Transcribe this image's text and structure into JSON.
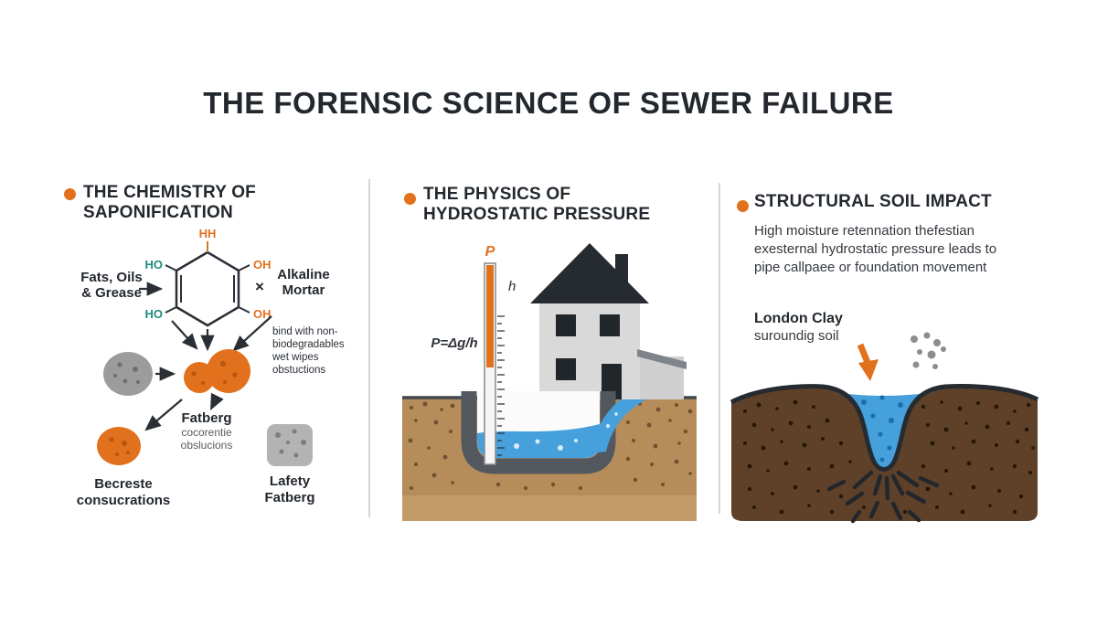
{
  "title": "THE FORENSIC SCIENCE OF SEWER FAILURE",
  "colors": {
    "accent": "#E2711D",
    "teal": "#1F8A7D",
    "dark": "#2A2F36",
    "water": "#45A0DC",
    "soil_light": "#B68C5A",
    "soil_dark": "#5F412A"
  },
  "chemistry": {
    "heading1": "THE CHEMISTRY OF",
    "heading2": "SAPONIFICATION",
    "molecule": {
      "top": "HH",
      "tl": "HO",
      "tr": "OH",
      "bl": "HO",
      "br": "OH"
    },
    "fats1": "Fats, Oils",
    "fats2": "& Grease",
    "times": "×",
    "alkaline1": "Alkaline",
    "alkaline2": "Mortar",
    "note1": "bind with non-",
    "note2": "biodegradables",
    "note3": "wet wipes",
    "note4": "obstuctions",
    "fatberg": "Fatberg",
    "fatberg_sub1": "cocorentie",
    "fatberg_sub2": "obslucions",
    "result_left1": "Becreste",
    "result_left2": "consucrations",
    "result_right1": "Lafety",
    "result_right2": "Fatberg"
  },
  "physics": {
    "heading1": "THE PHYSICS OF",
    "heading2": "HYDROSTATIC PRESSURE",
    "p_label": "P",
    "h_label": "h",
    "formula": "P=Δg/h"
  },
  "soil": {
    "heading": "STRUCTURAL SOIL IMPACT",
    "body1": "High moisture retennation thefestian",
    "body2": "exesternal hydrostatic pressure leads to",
    "body3": "pipe callpaee or foundation movement",
    "clay1": "London Clay",
    "clay2": "suroundig soil"
  }
}
